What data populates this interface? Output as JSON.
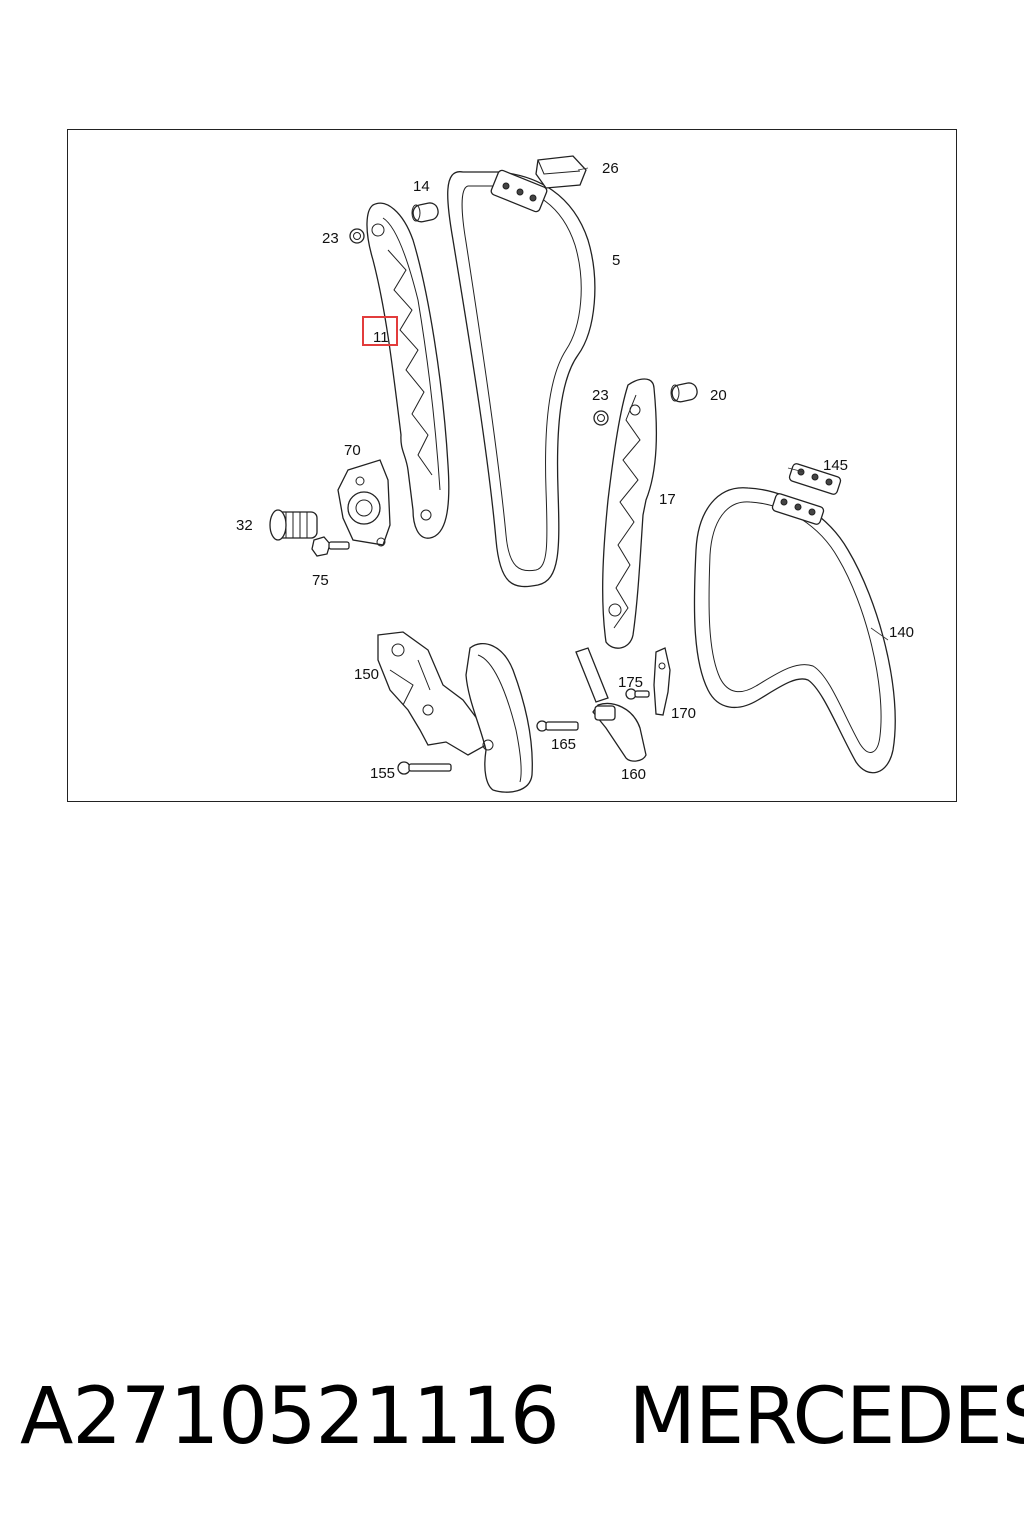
{
  "diagram": {
    "callouts": {
      "c26": "26",
      "c14": "14",
      "c23a": "23",
      "c5": "5",
      "c11": "11",
      "c23b": "23",
      "c20": "20",
      "c70": "70",
      "c145": "145",
      "c17": "17",
      "c32": "32",
      "c75": "75",
      "c140": "140",
      "c150": "150",
      "c175": "175",
      "c170": "170",
      "c165": "165",
      "c155": "155",
      "c160": "160"
    },
    "highlighted_callout": "11",
    "highlight_color": "#e23c3c"
  },
  "footer": {
    "part_number": "A2710521116",
    "brand": "MERCEDES"
  }
}
